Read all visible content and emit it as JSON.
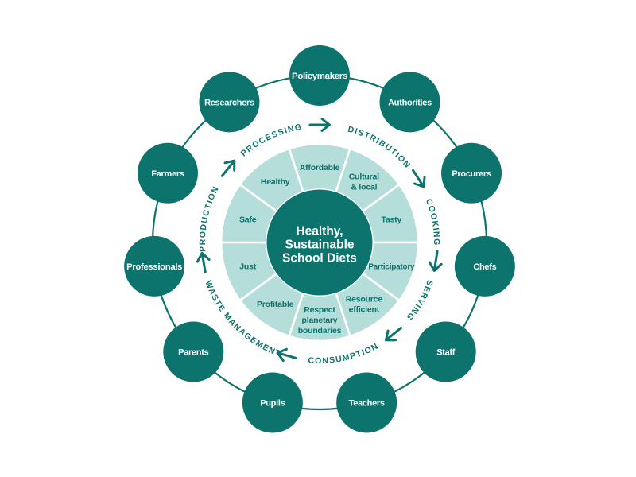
{
  "colors": {
    "dark_teal": "#0D736D",
    "light_teal": "#B5DDDA",
    "white": "#FFFFFF",
    "background": "#FFFFFF"
  },
  "center": {
    "lines": [
      "Healthy,",
      "Sustainable",
      "School Diets"
    ]
  },
  "qualities": [
    {
      "label": "Affordable",
      "lines": [
        "Affordable"
      ]
    },
    {
      "label": "Cultural & local",
      "lines": [
        "Cultural",
        "& local"
      ]
    },
    {
      "label": "Tasty",
      "lines": [
        "Tasty"
      ]
    },
    {
      "label": "Participatory",
      "lines": [
        "Participatory"
      ]
    },
    {
      "label": "Resource efficient",
      "lines": [
        "Resource",
        "efficient"
      ]
    },
    {
      "label": "Respect planetary boundaries",
      "lines": [
        "Respect",
        "planetary",
        "boundaries"
      ]
    },
    {
      "label": "Profitable",
      "lines": [
        "Profitable"
      ]
    },
    {
      "label": "Just",
      "lines": [
        "Just"
      ]
    },
    {
      "label": "Safe",
      "lines": [
        "Safe"
      ]
    },
    {
      "label": "Healthy",
      "lines": [
        "Healthy"
      ]
    }
  ],
  "stages": [
    {
      "label": "PRODUCTION"
    },
    {
      "label": "PROCESSING"
    },
    {
      "label": "DISTRIBUTION"
    },
    {
      "label": "COOKING"
    },
    {
      "label": "SERVING"
    },
    {
      "label": "CONSUMPTION"
    },
    {
      "label": "WASTE MANAGEMENT"
    }
  ],
  "stakeholders": [
    {
      "label": "Policymakers"
    },
    {
      "label": "Authorities"
    },
    {
      "label": "Procurers"
    },
    {
      "label": "Chefs"
    },
    {
      "label": "Staff"
    },
    {
      "label": "Teachers"
    },
    {
      "label": "Pupils"
    },
    {
      "label": "Parents"
    },
    {
      "label": "Professionals"
    },
    {
      "label": "Farmers"
    },
    {
      "label": "Researchers"
    }
  ]
}
